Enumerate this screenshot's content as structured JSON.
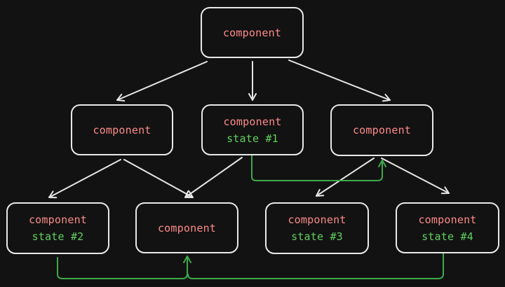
{
  "colors": {
    "background": "#121212",
    "node_border": "#e9e9e9",
    "component_text": "#ff8a8a",
    "state_text": "#5fcf5f",
    "edge": "#e6e6e6",
    "state_flow": "#3fa94b"
  },
  "nodes": {
    "root": {
      "label": "component"
    },
    "mid_left": {
      "label": "component"
    },
    "mid_center": {
      "label": "component",
      "state": "state #1"
    },
    "mid_right": {
      "label": "component"
    },
    "leaf_1": {
      "label": "component",
      "state": "state #2"
    },
    "leaf_2": {
      "label": "component"
    },
    "leaf_3": {
      "label": "component",
      "state": "state #3"
    },
    "leaf_4": {
      "label": "component",
      "state": "state #4"
    }
  }
}
